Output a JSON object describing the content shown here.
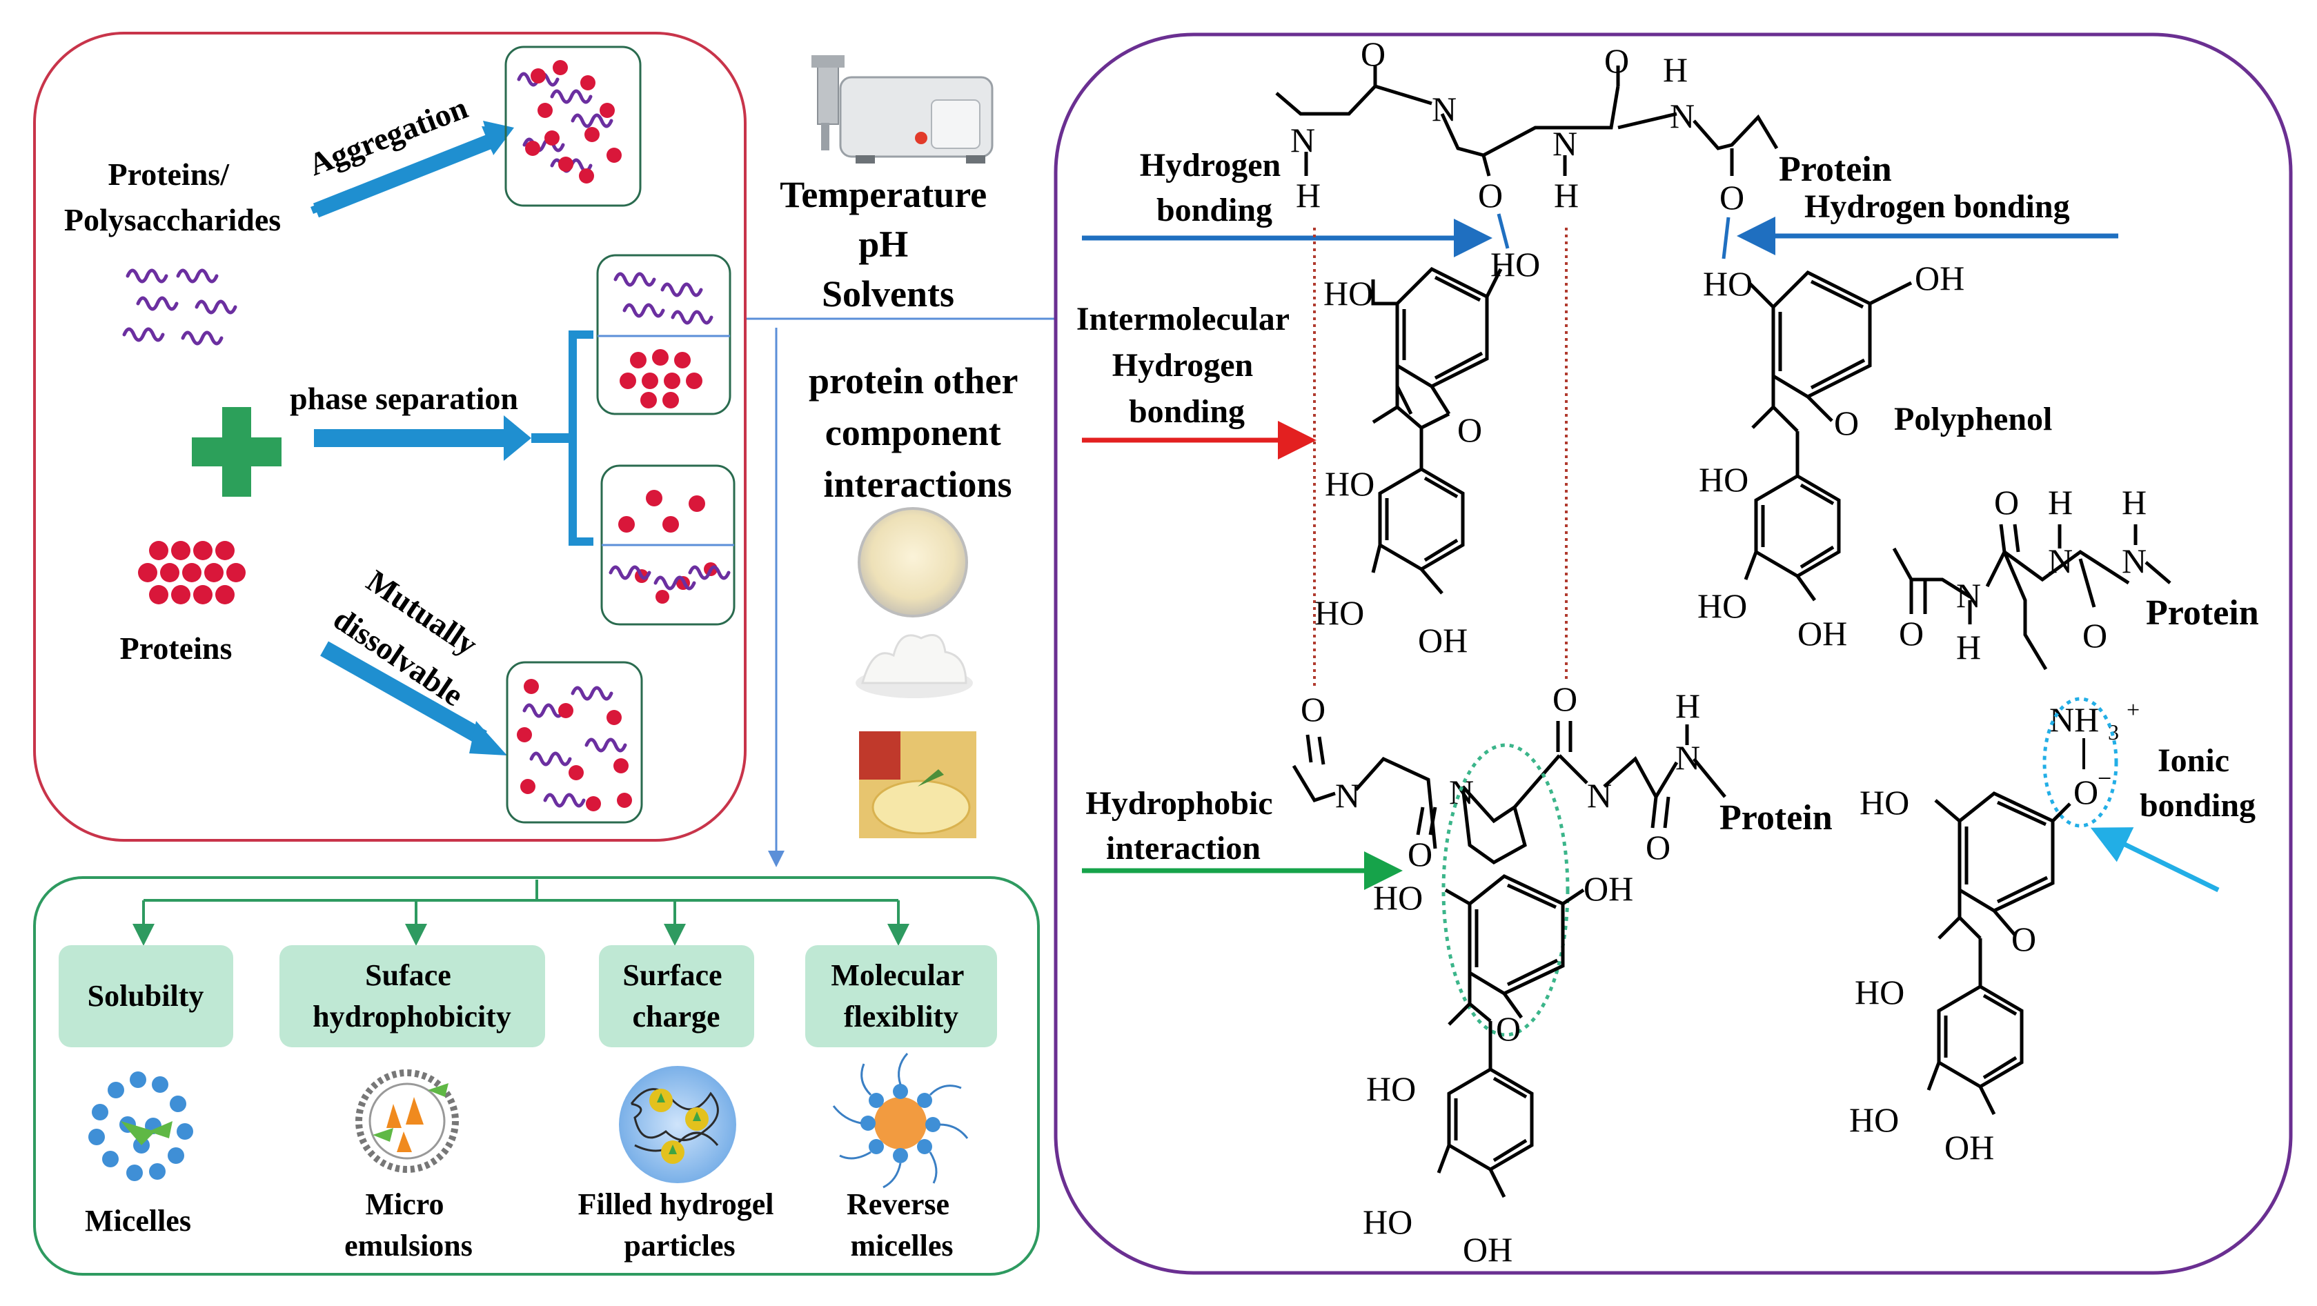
{
  "colors": {
    "panel_left_border": "#c8344a",
    "panel_right_border": "#6a2f91",
    "panel_bottom_border": "#2e9a60",
    "protein_dot": "#d9173a",
    "polysaccharide": "#6b2fa0",
    "plus": "#2ca05a",
    "arrow_blue": "#1f8fd0",
    "property_box": "#bfe8d4",
    "arrow_red": "#e32020",
    "arrow_green": "#16a34a",
    "arrow_cyan": "#22aee6",
    "hbond_arrow": "#1f6fc0"
  },
  "left_panel": {
    "proteins_polysaccharides": [
      "Proteins/",
      "Polysaccharides"
    ],
    "proteins": "Proteins",
    "aggregation": "Aggregation",
    "phase_separation": "phase separation",
    "mutually_dissolvable": [
      "Mutually",
      "dissolvable"
    ]
  },
  "center": {
    "conditions": [
      "Temperature",
      "pH",
      "Solvents"
    ],
    "interactions": [
      "protein other",
      "component",
      "interactions"
    ]
  },
  "bottom_panel": {
    "properties": [
      {
        "lines": [
          "Solubilty"
        ]
      },
      {
        "lines": [
          "Suface",
          "hydrophobicity"
        ]
      },
      {
        "lines": [
          "Surface",
          "charge"
        ]
      },
      {
        "lines": [
          "Molecular",
          "flexiblity"
        ]
      }
    ],
    "structures": [
      {
        "lines": [
          "Micelles"
        ]
      },
      {
        "lines": [
          "Micro",
          "emulsions"
        ]
      },
      {
        "lines": [
          "Filled hydrogel",
          "particles"
        ]
      },
      {
        "lines": [
          "Reverse",
          "micelles"
        ]
      }
    ]
  },
  "right_panel": {
    "hydrogen_bonding_left": [
      "Hydrogen",
      "bonding"
    ],
    "hydrogen_bonding_right": "Hydrogen bonding",
    "intermolecular": [
      "Intermolecular",
      "Hydrogen",
      "bonding"
    ],
    "hydrophobic": [
      "Hydrophobic",
      "interaction"
    ],
    "ionic": [
      "Ionic",
      "bonding"
    ],
    "polyphenol": "Polyphenol",
    "protein": "Protein",
    "atoms": {
      "O": "O",
      "N": "N",
      "H": "H",
      "HO": "HO",
      "OH": "OH",
      "NH3": "NH",
      "sub3": "3",
      "plus": "+",
      "minus": "−"
    }
  }
}
